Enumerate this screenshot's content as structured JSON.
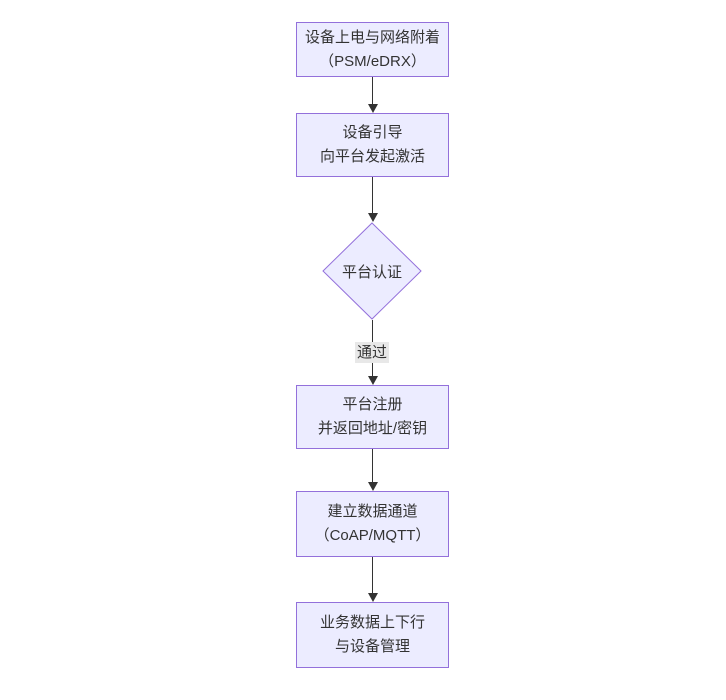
{
  "diagram": {
    "type": "flowchart",
    "direction": "top-down",
    "nodes": [
      {
        "id": "power-on",
        "shape": "rect",
        "lines": [
          "设备上电与网络附着",
          "（PSM/eDRX）"
        ]
      },
      {
        "id": "bootstrap",
        "shape": "rect",
        "lines": [
          "设备引导",
          "向平台发起激活"
        ]
      },
      {
        "id": "auth",
        "shape": "diamond",
        "lines": [
          "平台认证"
        ]
      },
      {
        "id": "register",
        "shape": "rect",
        "lines": [
          "平台注册",
          "并返回地址/密钥"
        ]
      },
      {
        "id": "channel",
        "shape": "rect",
        "lines": [
          "建立数据通道",
          "（CoAP/MQTT）"
        ]
      },
      {
        "id": "business",
        "shape": "rect",
        "lines": [
          "业务数据上下行",
          "与设备管理"
        ]
      }
    ],
    "edges": [
      {
        "from": "power-on",
        "to": "bootstrap",
        "label": ""
      },
      {
        "from": "bootstrap",
        "to": "auth",
        "label": ""
      },
      {
        "from": "auth",
        "to": "register",
        "label": "通过"
      },
      {
        "from": "register",
        "to": "channel",
        "label": ""
      },
      {
        "from": "channel",
        "to": "business",
        "label": ""
      }
    ],
    "colors": {
      "node_fill": "#ECECFF",
      "node_border": "#9370DB",
      "edge": "#333333",
      "edge_label_bg": "#e8e8e8",
      "text": "#333333",
      "background": "#ffffff"
    }
  }
}
